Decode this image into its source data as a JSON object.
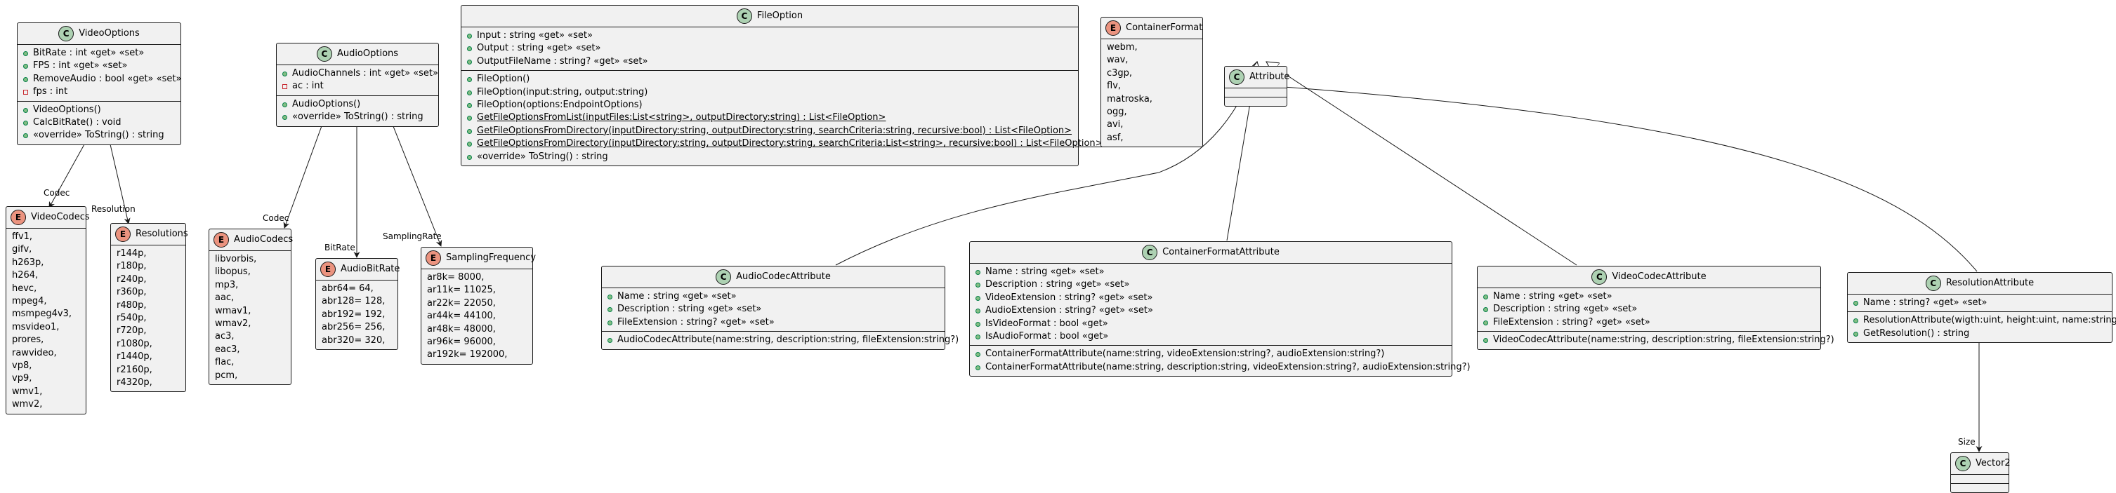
{
  "classes": {
    "video_options": {
      "name": "VideoOptions",
      "fields": [
        "BitRate : int «get» «set»",
        "FPS : int «get» «set»",
        "RemoveAudio : bool «get» «set»",
        "fps : int"
      ],
      "methods": [
        "VideoOptions()",
        "CalcBitRate() : void",
        "«override» ToString() : string"
      ]
    },
    "audio_options": {
      "name": "AudioOptions",
      "fields": [
        "AudioChannels : int «get» «set»",
        "ac : int"
      ],
      "methods": [
        "AudioOptions()",
        "«override» ToString() : string"
      ]
    },
    "file_option": {
      "name": "FileOption",
      "fields": [
        "Input : string «get» «set»",
        "Output : string «get» «set»",
        "OutputFileName : string? «get» «set»"
      ],
      "methods": [
        "FileOption()",
        "FileOption(input:string, output:string)",
        "FileOption(options:EndpointOptions)",
        "GetFileOptionsFromList(inputFiles:List<string>, outputDirectory:string) : List<FileOption>",
        "GetFileOptionsFromDirectory(inputDirectory:string, outputDirectory:string, searchCriteria:string, recursive:bool) : List<FileOption>",
        "GetFileOptionsFromDirectory(inputDirectory:string, outputDirectory:string, searchCriteria:List<string>, recursive:bool) : List<FileOption>",
        "«override» ToString() : string"
      ]
    },
    "attribute": {
      "name": "Attribute"
    },
    "audio_codec_attribute": {
      "name": "AudioCodecAttribute",
      "fields": [
        "Name : string «get» «set»",
        "Description : string «get» «set»",
        "FileExtension : string? «get» «set»"
      ],
      "methods": [
        "AudioCodecAttribute(name:string, description:string, fileExtension:string?)"
      ]
    },
    "container_format_attribute": {
      "name": "ContainerFormatAttribute",
      "fields": [
        "Name : string «get» «set»",
        "Description : string «get» «set»",
        "VideoExtension : string? «get» «set»",
        "AudioExtension : string? «get» «set»",
        "IsVideoFormat : bool «get»",
        "IsAudioFormat : bool «get»"
      ],
      "methods": [
        "ContainerFormatAttribute(name:string, videoExtension:string?, audioExtension:string?)",
        "ContainerFormatAttribute(name:string, description:string, videoExtension:string?, audioExtension:string?)"
      ]
    },
    "video_codec_attribute": {
      "name": "VideoCodecAttribute",
      "fields": [
        "Name : string «get» «set»",
        "Description : string «get» «set»",
        "FileExtension : string? «get» «set»"
      ],
      "methods": [
        "VideoCodecAttribute(name:string, description:string, fileExtension:string?)"
      ]
    },
    "resolution_attribute": {
      "name": "ResolutionAttribute",
      "fields": [
        "Name : string? «get» «set»"
      ],
      "methods": [
        "ResolutionAttribute(wigth:uint, height:uint, name:string?)",
        "GetResolution() : string"
      ]
    },
    "vector2": {
      "name": "Vector2"
    }
  },
  "enums": {
    "video_codecs": {
      "name": "VideoCodecs",
      "values": [
        "ffv1,",
        "gifv,",
        "h263p,",
        "h264,",
        "hevc,",
        "mpeg4,",
        "msmpeg4v3,",
        "msvideo1,",
        "prores,",
        "rawvideo,",
        "vp8,",
        "vp9,",
        "wmv1,",
        "wmv2,"
      ]
    },
    "resolutions": {
      "name": "Resolutions",
      "values": [
        "r144p,",
        "r180p,",
        "r240p,",
        "r360p,",
        "r480p,",
        "r540p,",
        "r720p,",
        "r1080p,",
        "r1440p,",
        "r2160p,",
        "r4320p,"
      ]
    },
    "audio_codecs": {
      "name": "AudioCodecs",
      "values": [
        "libvorbis,",
        "libopus,",
        "mp3,",
        "aac,",
        "wmav1,",
        "wmav2,",
        "ac3,",
        "eac3,",
        "flac,",
        "pcm,"
      ]
    },
    "audio_bitrate": {
      "name": "AudioBitRate",
      "values": [
        "abr64= 64,",
        "abr128= 128,",
        "abr192= 192,",
        "abr256= 256,",
        "abr320= 320,"
      ]
    },
    "sampling_frequency": {
      "name": "SamplingFrequency",
      "values": [
        "ar8k= 8000,",
        "ar11k= 11025,",
        "ar22k= 22050,",
        "ar44k= 44100,",
        "ar48k= 48000,",
        "ar96k= 96000,",
        "ar192k= 192000,"
      ]
    },
    "container_format": {
      "name": "ContainerFormat",
      "values": [
        "webm,",
        "wav,",
        "c3gp,",
        "flv,",
        "matroska,",
        "ogg,",
        "avi,",
        "asf,"
      ]
    }
  },
  "edge_labels": {
    "codec_video": "Codec",
    "resolution": "Resolution",
    "codec_audio": "Codec",
    "bitrate": "BitRate",
    "sampling_rate": "SamplingRate",
    "size": "Size"
  },
  "badges": {
    "class": "C",
    "enum": "E"
  },
  "colors": {
    "class_badge": "#add1b2",
    "enum_badge": "#eb937f",
    "box_fill": "#f1f1f1",
    "line": "#181818"
  }
}
